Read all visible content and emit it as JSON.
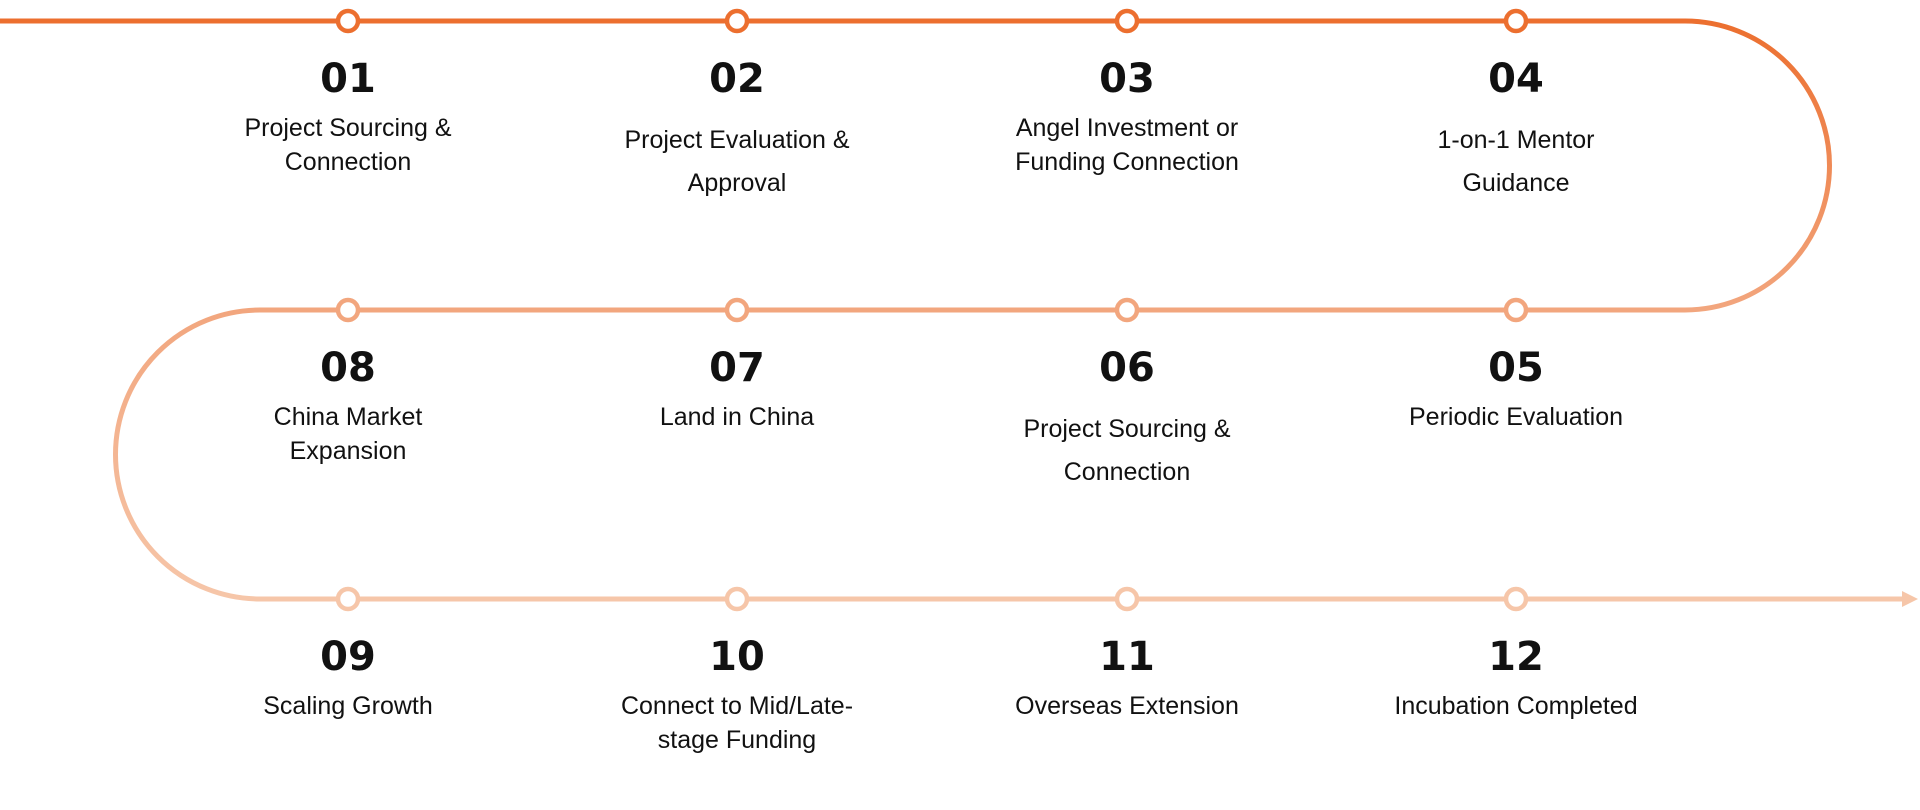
{
  "colors": {
    "row1": "#EC6F2F",
    "row2": "#F2A67E",
    "row3": "#F6C6A9"
  },
  "steps": [
    {
      "num": "01",
      "lines": [
        "Project Sourcing &",
        "Connection"
      ]
    },
    {
      "num": "02",
      "lines": [
        "Project Evaluation &",
        "Approval"
      ]
    },
    {
      "num": "03",
      "lines": [
        "Angel Investment or",
        "Funding Connection"
      ]
    },
    {
      "num": "04",
      "lines": [
        "1-on-1 Mentor",
        "Guidance"
      ]
    },
    {
      "num": "05",
      "lines": [
        "Periodic Evaluation"
      ]
    },
    {
      "num": "06",
      "lines": [
        "Project Sourcing &",
        "Connection"
      ]
    },
    {
      "num": "07",
      "lines": [
        "Land in China"
      ]
    },
    {
      "num": "08",
      "lines": [
        "China Market",
        "Expansion"
      ]
    },
    {
      "num": "09",
      "lines": [
        "Scaling Growth"
      ]
    },
    {
      "num": "10",
      "lines": [
        "Connect to Mid/Late-",
        "stage Funding"
      ]
    },
    {
      "num": "11",
      "lines": [
        "Overseas Extension"
      ]
    },
    {
      "num": "12",
      "lines": [
        "Incubation Completed"
      ]
    }
  ]
}
